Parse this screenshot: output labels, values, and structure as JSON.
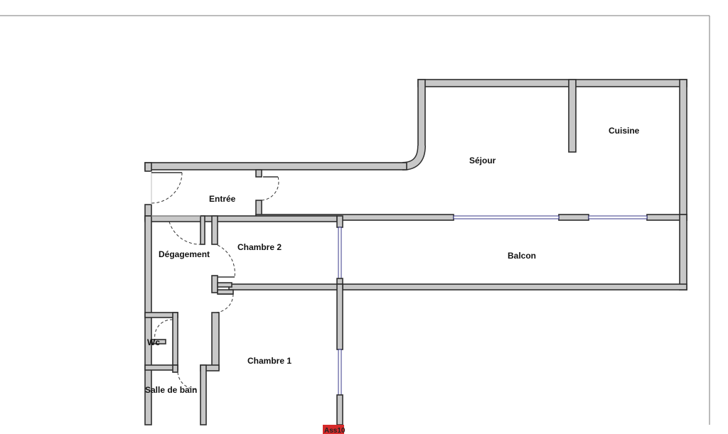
{
  "rooms": {
    "sejour": "Séjour",
    "cuisine": "Cuisine",
    "entree": "Entrée",
    "chambre2": "Chambre 2",
    "degagement": "Dégagement",
    "balcon": "Balcon",
    "wc": "Wc",
    "chambre1": "Chambre 1",
    "salle_de_bain": "Salle de bain"
  },
  "tag": {
    "label": "Ass10",
    "color": "#d62b2b"
  },
  "colors": {
    "wall_fill": "#c8c8c8",
    "wall_edge": "#2e2e2e",
    "window": "#3a3a88"
  }
}
